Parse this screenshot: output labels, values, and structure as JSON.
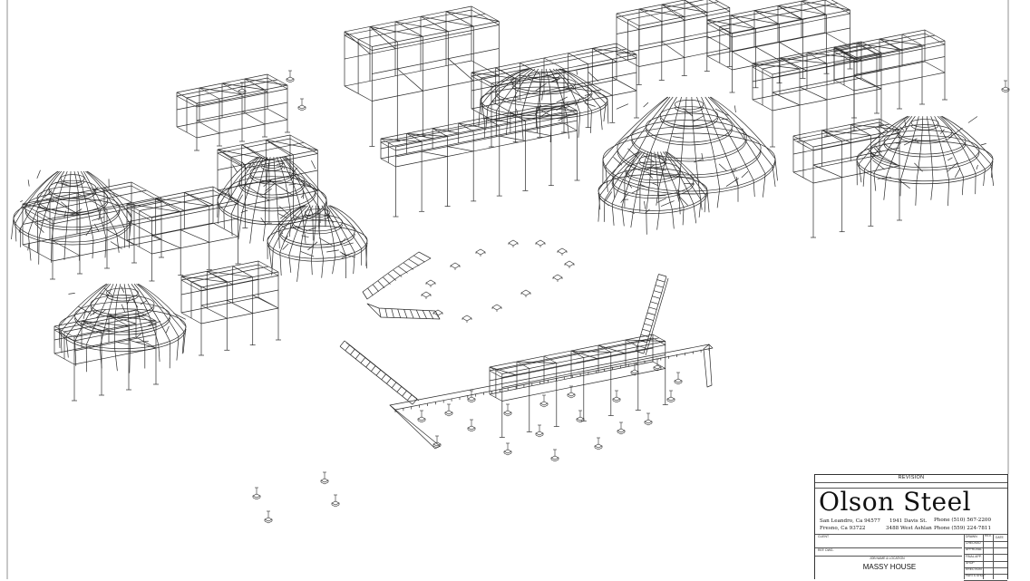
{
  "drawing": {
    "description_colors": {
      "line": "#2b2b2b",
      "background": "#ffffff"
    }
  },
  "title_block": {
    "revision_label": "REVISION",
    "company_name": "Olson Steel",
    "office_1": {
      "city_line_1": "San Leandro, Ca 94577",
      "street": "1941 Davis St.",
      "phone": "Phone (510) 567-2200"
    },
    "office_2": {
      "city_line_1": "Fresno, Ca 93722",
      "street": "3488 West Ashlan",
      "phone": "Phone (559) 224-7811"
    },
    "client_label": "CLIENT",
    "ref_label": "REF. DWG.",
    "job_label": "JOB NAME & LOCATION",
    "job_name": "MASSY HOUSE",
    "right_cells": [
      "DRAWN",
      "CHECKED",
      "APPROVAL",
      "FINAL APP.",
      "SHOP",
      "ERECTION",
      "PARTS SHOP"
    ],
    "col_headers": [
      "REV.",
      "DATE"
    ]
  }
}
